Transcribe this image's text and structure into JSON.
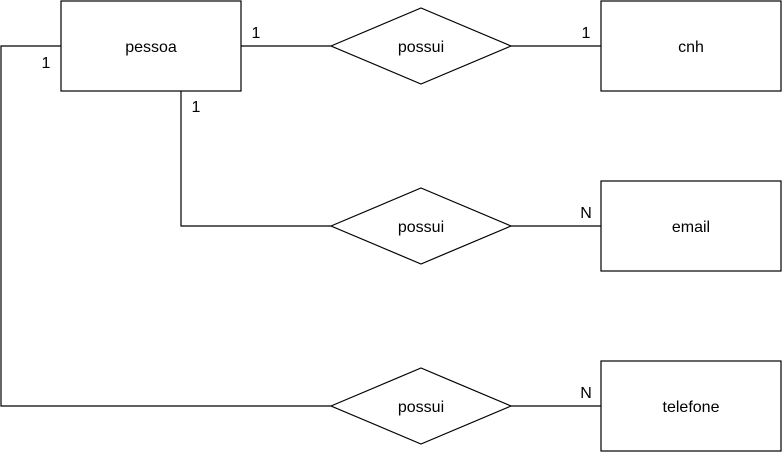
{
  "diagram": {
    "entities": {
      "pessoa": "pessoa",
      "cnh": "cnh",
      "email": "email",
      "telefone": "telefone"
    },
    "relationships": {
      "cnh": "possui",
      "email": "possui",
      "telefone": "possui"
    },
    "cardinalities": {
      "pessoa_cnh": "1",
      "cnh_side": "1",
      "pessoa_email": "1",
      "email_side": "N",
      "pessoa_telefone": "1",
      "telefone_side": "N"
    }
  }
}
